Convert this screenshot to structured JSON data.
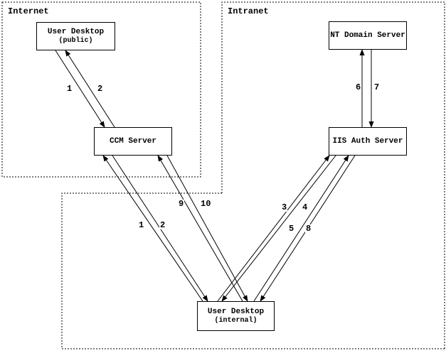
{
  "diagram": {
    "zones": {
      "internet": "Internet",
      "intranet": "Intranet"
    },
    "nodes": {
      "user_desktop_public": {
        "title": "User Desktop",
        "subtitle": "(public)"
      },
      "ccm_server": {
        "title": "CCM Server"
      },
      "nt_domain_server": {
        "title": "NT Domain Server"
      },
      "iis_auth_server": {
        "title": "IIS Auth Server"
      },
      "user_desktop_internal": {
        "title": "User Desktop",
        "subtitle": "(internal)"
      }
    },
    "arrows": {
      "public_ccm": {
        "request": "1",
        "response": "2",
        "from": "User Desktop (public)",
        "to": "CCM Server"
      },
      "nt_iis": {
        "up": "6",
        "down": "7",
        "from": "IIS Auth Server",
        "to": "NT Domain Server"
      },
      "ccm_internal_a": {
        "up": "1",
        "down": "2",
        "from": "User Desktop (internal)",
        "to": "CCM Server"
      },
      "ccm_internal_b": {
        "up": "9",
        "down": "10",
        "from": "User Desktop (internal)",
        "to": "CCM Server"
      },
      "iis_internal_a": {
        "up": "3",
        "down": "4",
        "from": "User Desktop (internal)",
        "to": "IIS Auth Server"
      },
      "iis_internal_b": {
        "up": "5",
        "down": "8",
        "from": "User Desktop (internal)",
        "to": "IIS Auth Server"
      }
    },
    "colors": {
      "line": "#000000",
      "background": "#ffffff"
    }
  }
}
